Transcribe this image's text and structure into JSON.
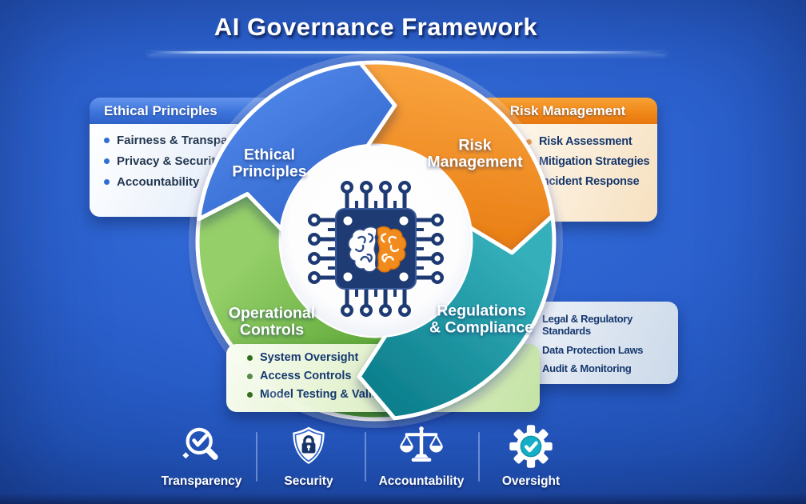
{
  "title": "AI Governance Framework",
  "ring": {
    "center_icon": "brain-chip-icon",
    "segments": [
      {
        "id": "risk",
        "label": [
          "Risk",
          "Management"
        ],
        "colors": [
          "#f9a43f",
          "#e87a10"
        ]
      },
      {
        "id": "regulations",
        "label": [
          "Regulations",
          "& Compliance"
        ],
        "colors": [
          "#35b0bb",
          "#0d7f8d"
        ]
      },
      {
        "id": "operational",
        "label": [
          "Operational",
          "Controls"
        ],
        "colors": [
          "#95cf69",
          "#509f2b"
        ]
      },
      {
        "id": "ethical",
        "label": [
          "Ethical",
          "Principles"
        ],
        "colors": [
          "#4f86e8",
          "#2b5fc6"
        ]
      }
    ]
  },
  "panels": {
    "ethical": {
      "title": "Ethical Principles",
      "accent": "#2e6fd4",
      "items": [
        "Fairness & Transparency",
        "Privacy & Security",
        "Accountability"
      ]
    },
    "risk": {
      "title": "Risk Management",
      "accent": "#ea8722",
      "items": [
        "Risk Assessment",
        "Mitigation Strategies",
        "Incident Response"
      ]
    },
    "operational": {
      "accent": "#2f6e1a",
      "items": [
        "System Oversight",
        "Access Controls",
        "Model Testing & Validation"
      ]
    },
    "regulations": {
      "accent": "#1f8aa6",
      "items": [
        "Legal & Regulatory Standards",
        "Data Protection Laws",
        "Audit & Monitoring"
      ]
    }
  },
  "footer": {
    "items": [
      {
        "icon": "magnifier-check-icon",
        "label": "Transparency"
      },
      {
        "icon": "shield-lock-icon",
        "label": "Security"
      },
      {
        "icon": "scales-icon",
        "label": "Accountability"
      },
      {
        "icon": "gear-check-icon",
        "label": "Oversight"
      }
    ]
  }
}
